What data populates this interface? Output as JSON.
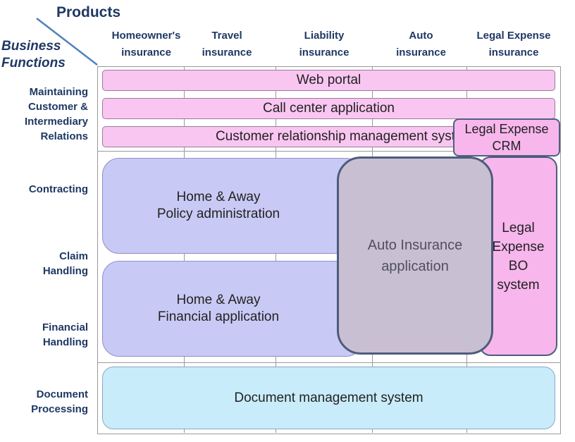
{
  "header": {
    "products_title": "Products",
    "business_functions": [
      "Business",
      "Functions"
    ]
  },
  "products": [
    [
      "Homeowner's",
      "insurance"
    ],
    [
      "Travel",
      "insurance"
    ],
    [
      "Liability",
      "insurance"
    ],
    [
      "Auto",
      "insurance"
    ],
    [
      "Legal Expense",
      "insurance"
    ]
  ],
  "functions": {
    "maintaining": [
      "Maintaining",
      "Customer &",
      "Intermediary",
      "Relations"
    ],
    "contracting": [
      "Contracting"
    ],
    "claim": [
      "Claim",
      "Handling"
    ],
    "financial": [
      "Financial",
      "Handling"
    ],
    "document": [
      "Document",
      "Processing"
    ]
  },
  "systems": {
    "web_portal": "Web portal",
    "call_center": "Call center application",
    "crm": "Customer relationship management syst",
    "legal_crm": [
      "Legal Expense",
      "CRM"
    ],
    "policy_admin": [
      "Home & Away",
      "Policy administration"
    ],
    "financial_app": [
      "Home & Away",
      "Financial application"
    ],
    "auto_app": [
      "Auto Insurance",
      "application"
    ],
    "legal_bo": [
      "Legal",
      "Expense",
      "BO",
      "system"
    ],
    "document_mgmt": "Document management system"
  }
}
